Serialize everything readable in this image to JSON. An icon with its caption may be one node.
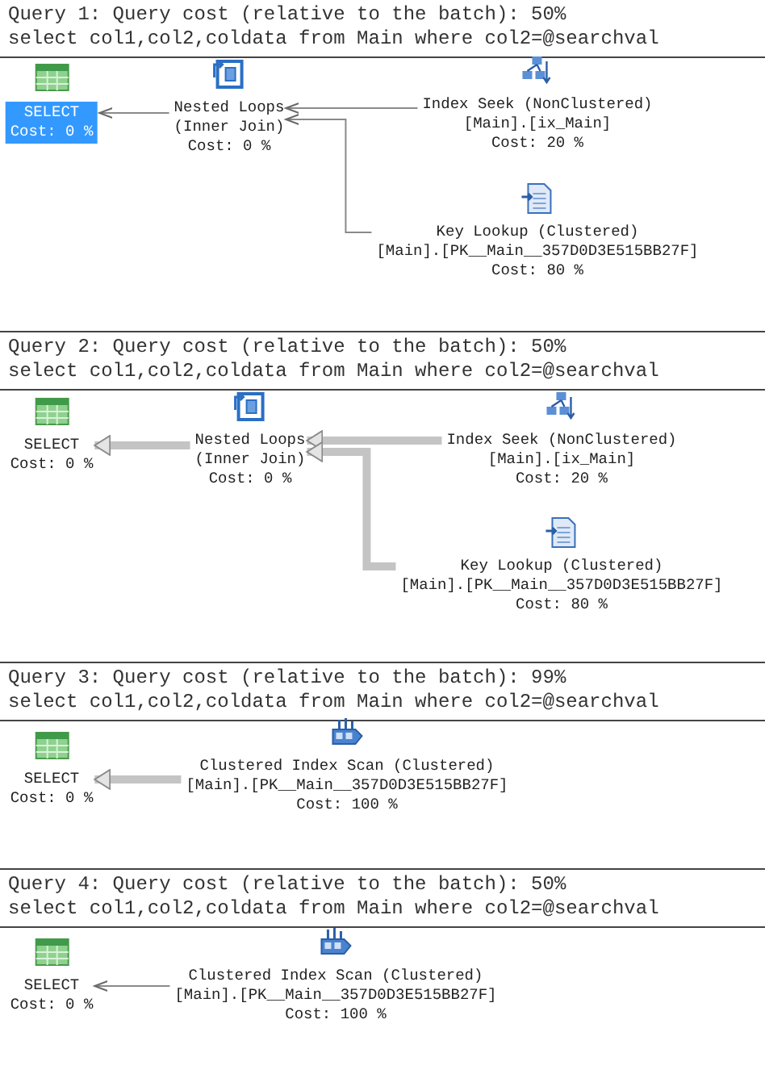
{
  "diagram": {
    "nodes": [
      {
        "text": [
          "SELECT",
          "Cost: 0 %"
        ]
      },
      {
        "text": [
          "Nested Loops",
          "(Inner Join)",
          "Cost: 0 %"
        ]
      },
      {
        "text": [
          "Index Seek (NonClustered)",
          "[Main].[ix_Main]",
          "Cost: 20 %"
        ]
      },
      {
        "text": [
          "Key Lookup (Clustered)",
          "[Main].[PK__Main__357D0D3E515BB27F]",
          "Cost: 80 %"
        ]
      },
      {
        "text": [
          "SELECT",
          "Cost: 0 %"
        ]
      },
      {
        "text": [
          "Nested Loops",
          "(Inner Join)",
          "Cost: 0 %"
        ]
      },
      {
        "text": [
          "Index Seek (NonClustered)",
          "[Main].[ix_Main]",
          "Cost: 20 %"
        ]
      },
      {
        "text": [
          "Key Lookup (Clustered)",
          "[Main].[PK__Main__357D0D3E515BB27F]",
          "Cost: 80 %"
        ]
      },
      {
        "text": [
          "SELECT",
          "Cost: 0 %"
        ]
      },
      {
        "text": [
          "Clustered Index Scan (Clustered)",
          "[Main].[PK__Main__357D0D3E515BB27F]",
          "Cost: 100 %"
        ]
      },
      {
        "text": [
          "SELECT",
          "Cost: 0 %"
        ]
      },
      {
        "text": [
          "Clustered Index Scan (Clustered)",
          "[Main].[PK__Main__357D0D3E515BB27F]",
          "Cost: 100 %"
        ]
      }
    ],
    "edges": [
      {
        "from": 1,
        "to": 0,
        "arrow": "to"
      },
      {
        "from": 2,
        "to": 1,
        "arrow": "to"
      },
      {
        "from": 3,
        "to": 1,
        "arrow": "to"
      },
      {
        "from": 5,
        "to": 4,
        "arrow": "to",
        "style": "thick"
      },
      {
        "from": 6,
        "to": 5,
        "arrow": "to",
        "style": "thick"
      },
      {
        "from": 7,
        "to": 5,
        "arrow": "to",
        "style": "thick"
      },
      {
        "from": 9,
        "to": 8,
        "arrow": "to",
        "style": "thick"
      },
      {
        "from": 11,
        "to": 10,
        "arrow": "to"
      }
    ],
    "labels": [
      "Query 1: Query cost (relative to the batch): 50%",
      "select col1,col2,coldata from Main where col2=@searchval",
      "Query 2: Query cost (relative to the batch): 50%",
      "select col1,col2,coldata from Main where col2=@searchval",
      "Query 3: Query cost (relative to the batch): 99%",
      "select col1,col2,coldata from Main where col2=@searchval",
      "Query 4: Query cost (relative to the batch): 50%",
      "select col1,col2,coldata from Main where col2=@searchval"
    ]
  }
}
